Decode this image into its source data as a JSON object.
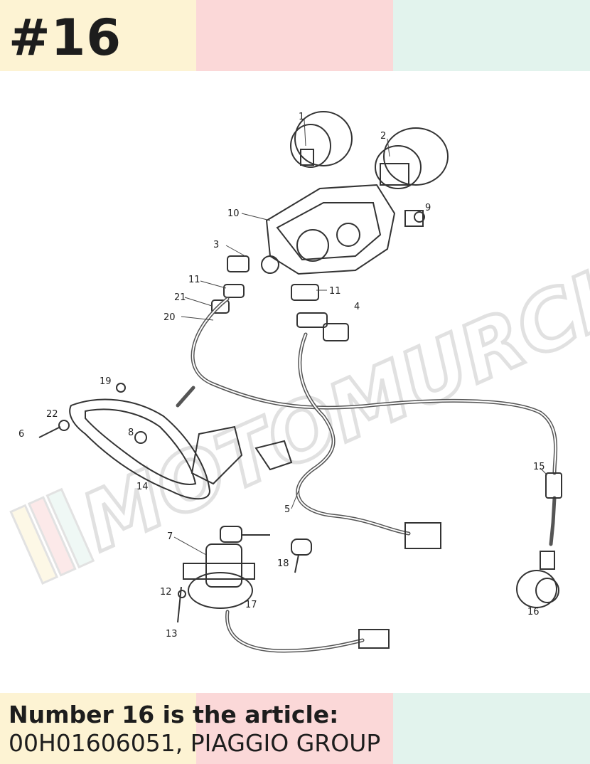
{
  "header": {
    "title": "#16",
    "colors": [
      "#fdf3d3",
      "#fbd8d8",
      "#e2f3ed"
    ]
  },
  "diagram": {
    "watermark": "MOTOMURCIA",
    "callouts": [
      "1",
      "2",
      "3",
      "4",
      "5",
      "6",
      "7",
      "8",
      "9",
      "10",
      "11",
      "11",
      "12",
      "13",
      "14",
      "15",
      "16",
      "17",
      "18",
      "19",
      "20",
      "21",
      "22"
    ]
  },
  "footer": {
    "caption_line1": "Number 16 is the article:",
    "caption_line2": "00H01606051, PIAGGIO GROUP"
  }
}
